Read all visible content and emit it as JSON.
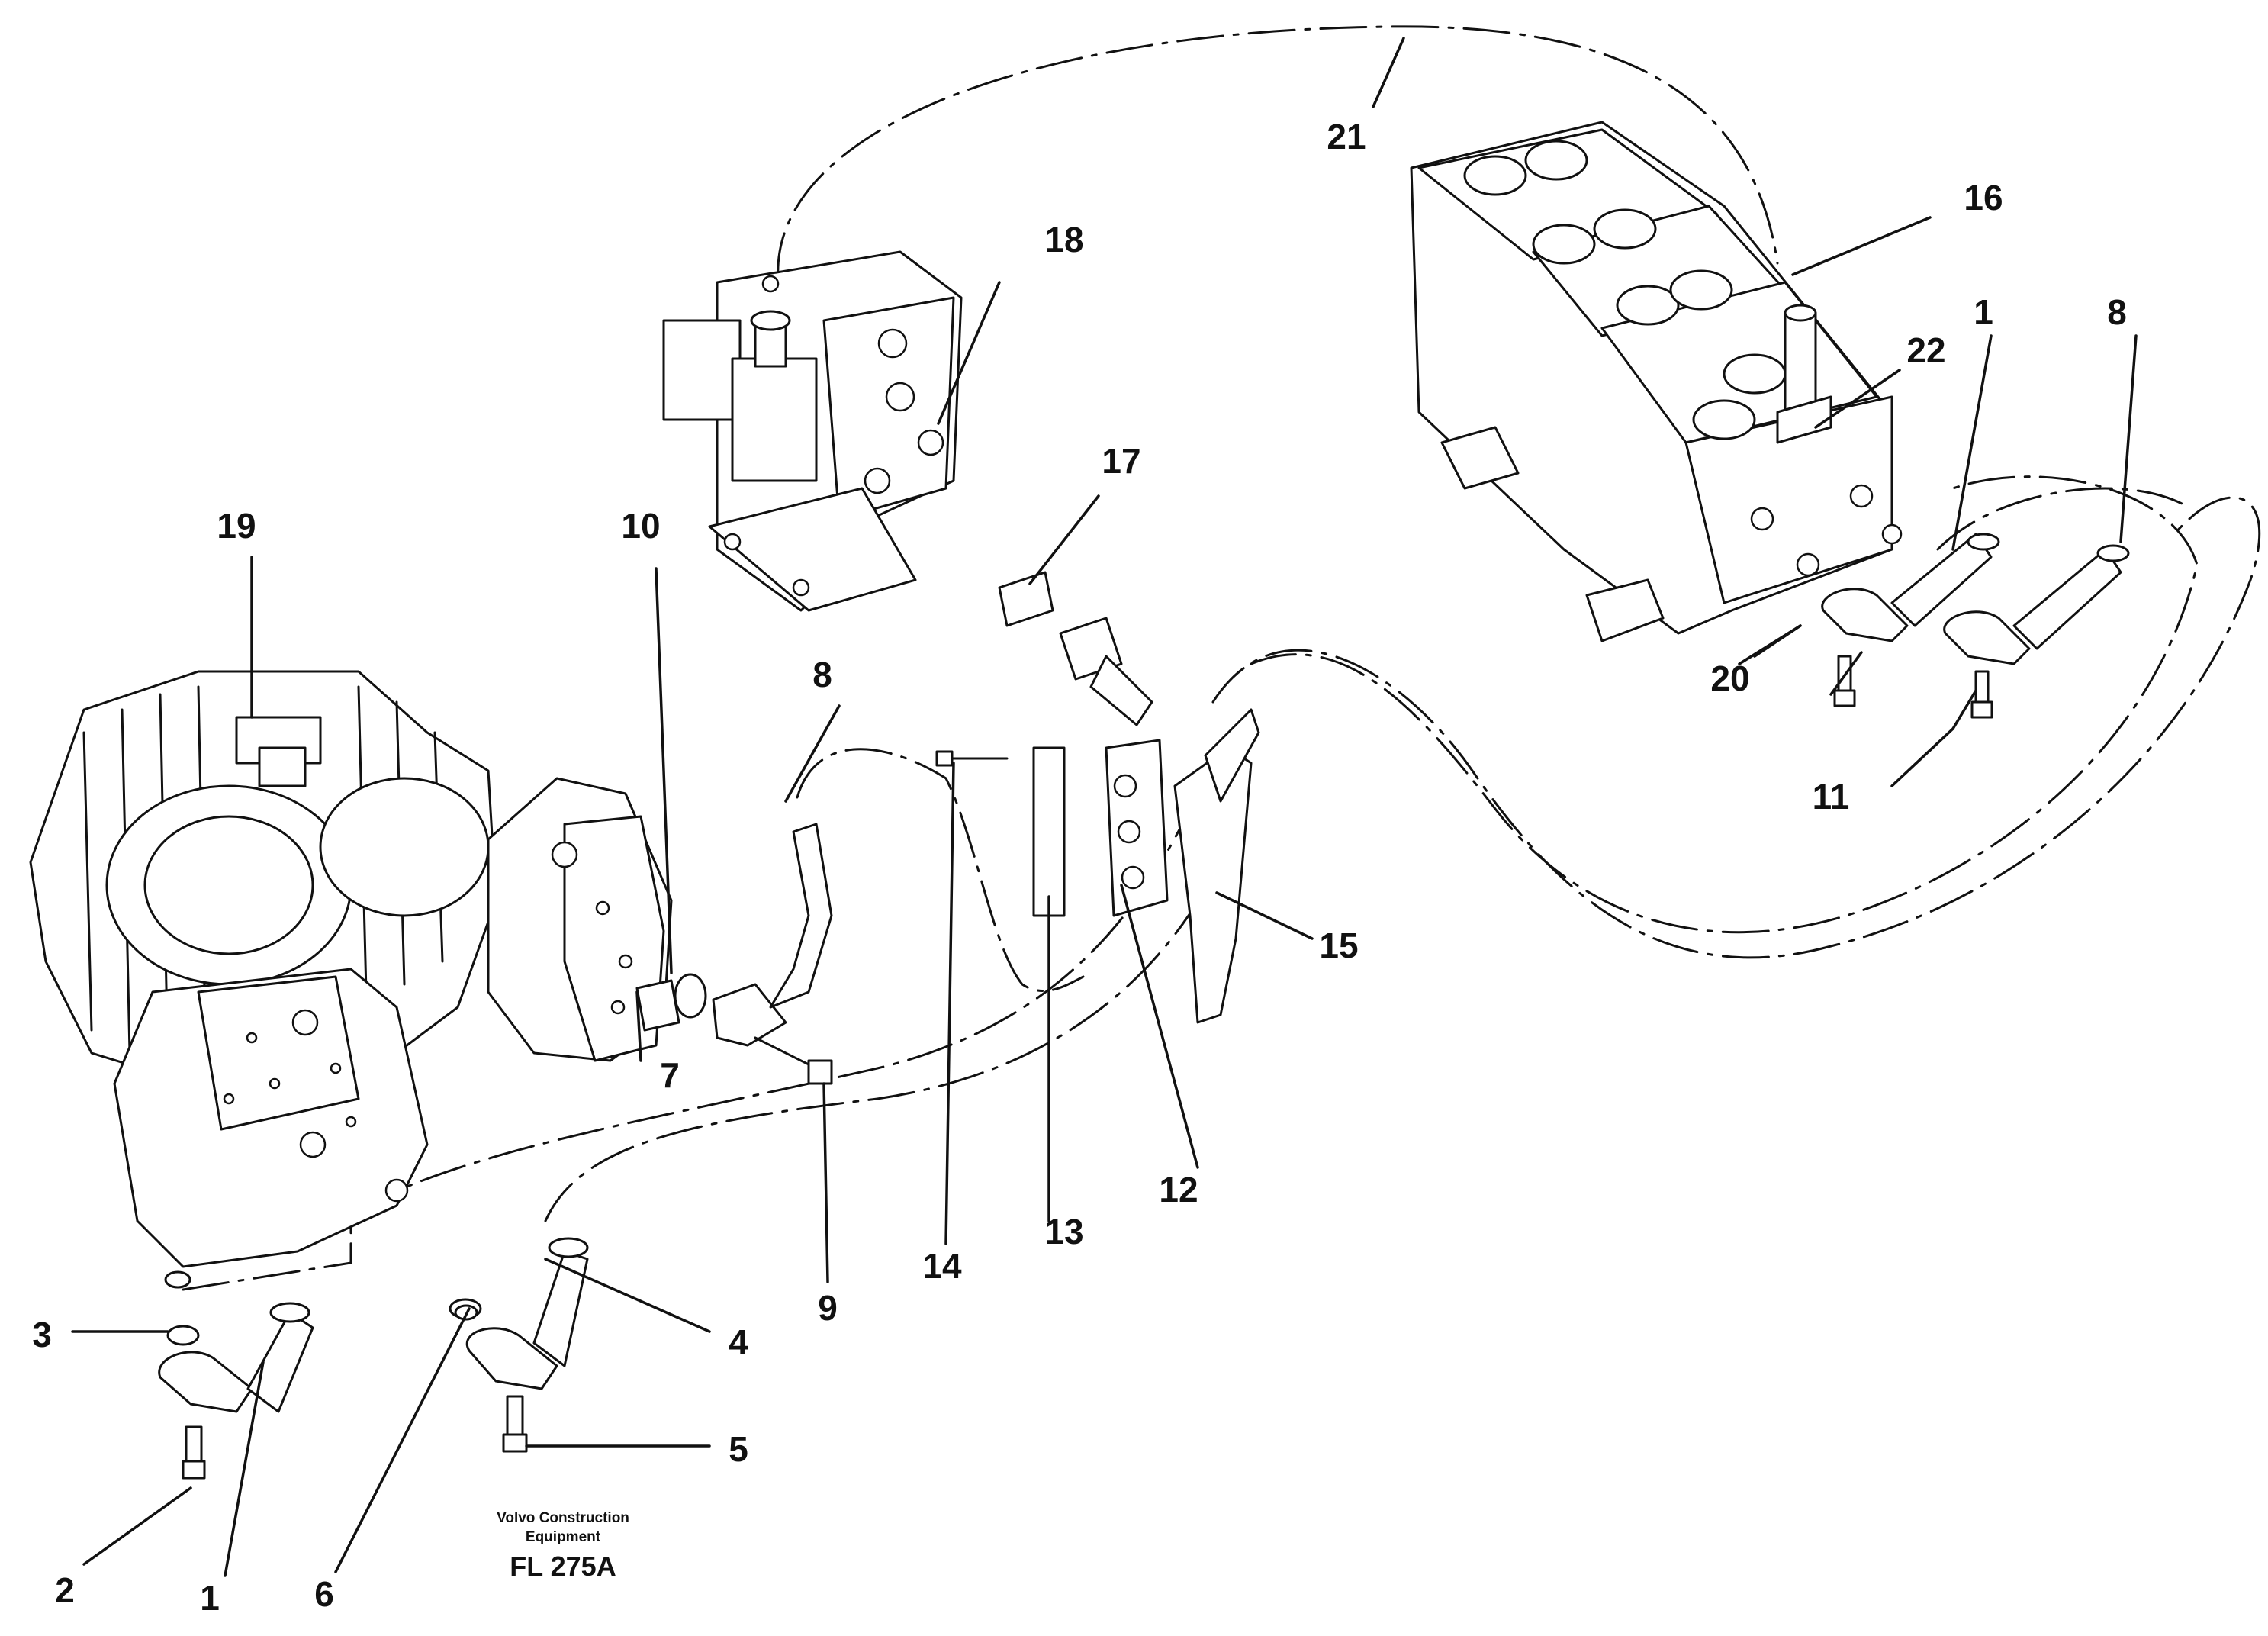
{
  "callouts": {
    "c1a": "1",
    "c1b": "1",
    "c2": "2",
    "c3": "3",
    "c4": "4",
    "c5": "5",
    "c6": "6",
    "c7": "7",
    "c8a": "8",
    "c8b": "8",
    "c9": "9",
    "c10": "10",
    "c11": "11",
    "c12": "12",
    "c13": "13",
    "c14": "14",
    "c15": "15",
    "c16": "16",
    "c17": "17",
    "c18": "18",
    "c19": "19",
    "c20": "20",
    "c21": "21",
    "c22": "22"
  },
  "caption": {
    "line1": "Volvo Construction",
    "line2": "Equipment",
    "code": "FL 275A"
  }
}
